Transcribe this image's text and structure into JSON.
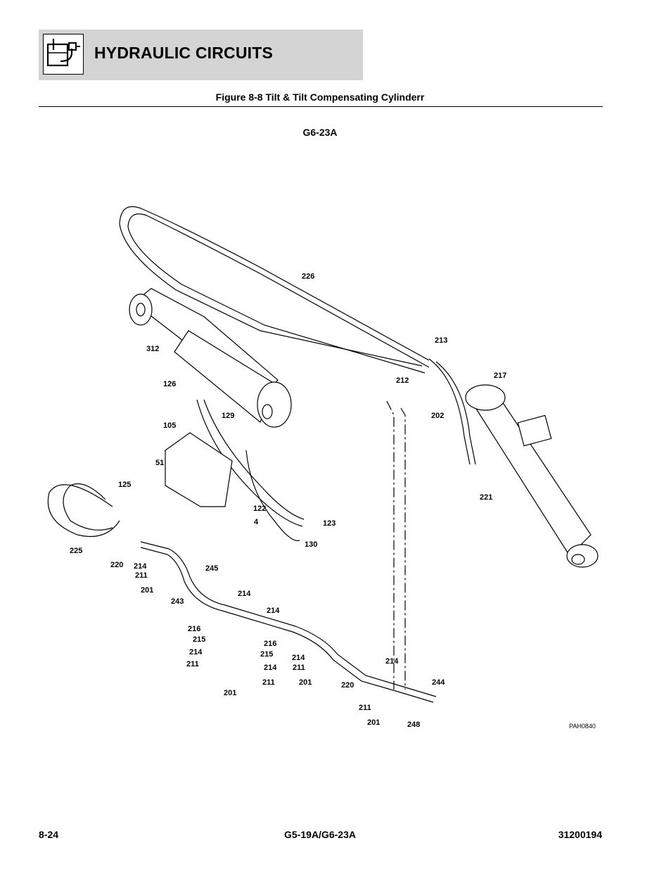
{
  "header": {
    "section_title": "HYDRAULIC CIRCUITS",
    "icon": "hydraulic-reservoir-icon"
  },
  "figure": {
    "caption": "Figure 8-8 Tilt & Tilt Compensating Cylinderr",
    "model": "G6-23A",
    "drawing_code": "PAH0840",
    "callouts": [
      "226",
      "312",
      "213",
      "217",
      "212",
      "126",
      "202",
      "129",
      "105",
      "51",
      "221",
      "125",
      "122",
      "4",
      "123",
      "130",
      "225",
      "220",
      "214",
      "245",
      "211",
      "201",
      "243",
      "214",
      "214",
      "216",
      "215",
      "216",
      "214",
      "215",
      "211",
      "214",
      "214",
      "201",
      "211",
      "211",
      "201",
      "220",
      "214",
      "244",
      "211",
      "201",
      "248"
    ]
  },
  "footer": {
    "page_number": "8-24",
    "models": "G5-19A/G6-23A",
    "doc_number": "31200194"
  }
}
